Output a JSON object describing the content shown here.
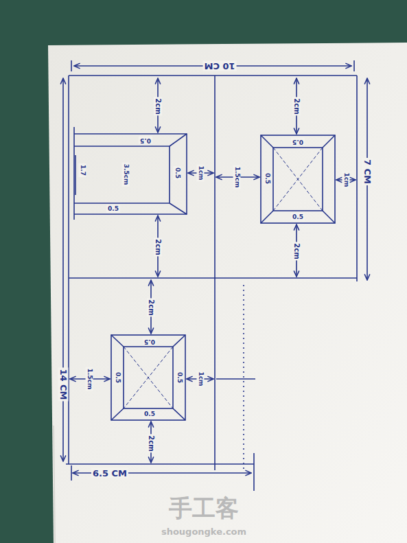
{
  "diagram": {
    "labels": [
      "10 CM",
      "7 CM",
      "14 CM",
      "6.5 CM",
      "2cm",
      "0.5",
      "1.7",
      "3.5cm",
      "0.5",
      "1cm",
      "0.5",
      "2cm",
      "1.5cm",
      "2cm",
      "0.5",
      "0.5",
      "1cm",
      "0.5",
      "2cm",
      "2cm",
      "0.5",
      "0.5",
      "0.5",
      "1cm",
      "1.5cm",
      "0.5",
      "2cm",
      "手工客",
      "shougongke.com"
    ]
  }
}
